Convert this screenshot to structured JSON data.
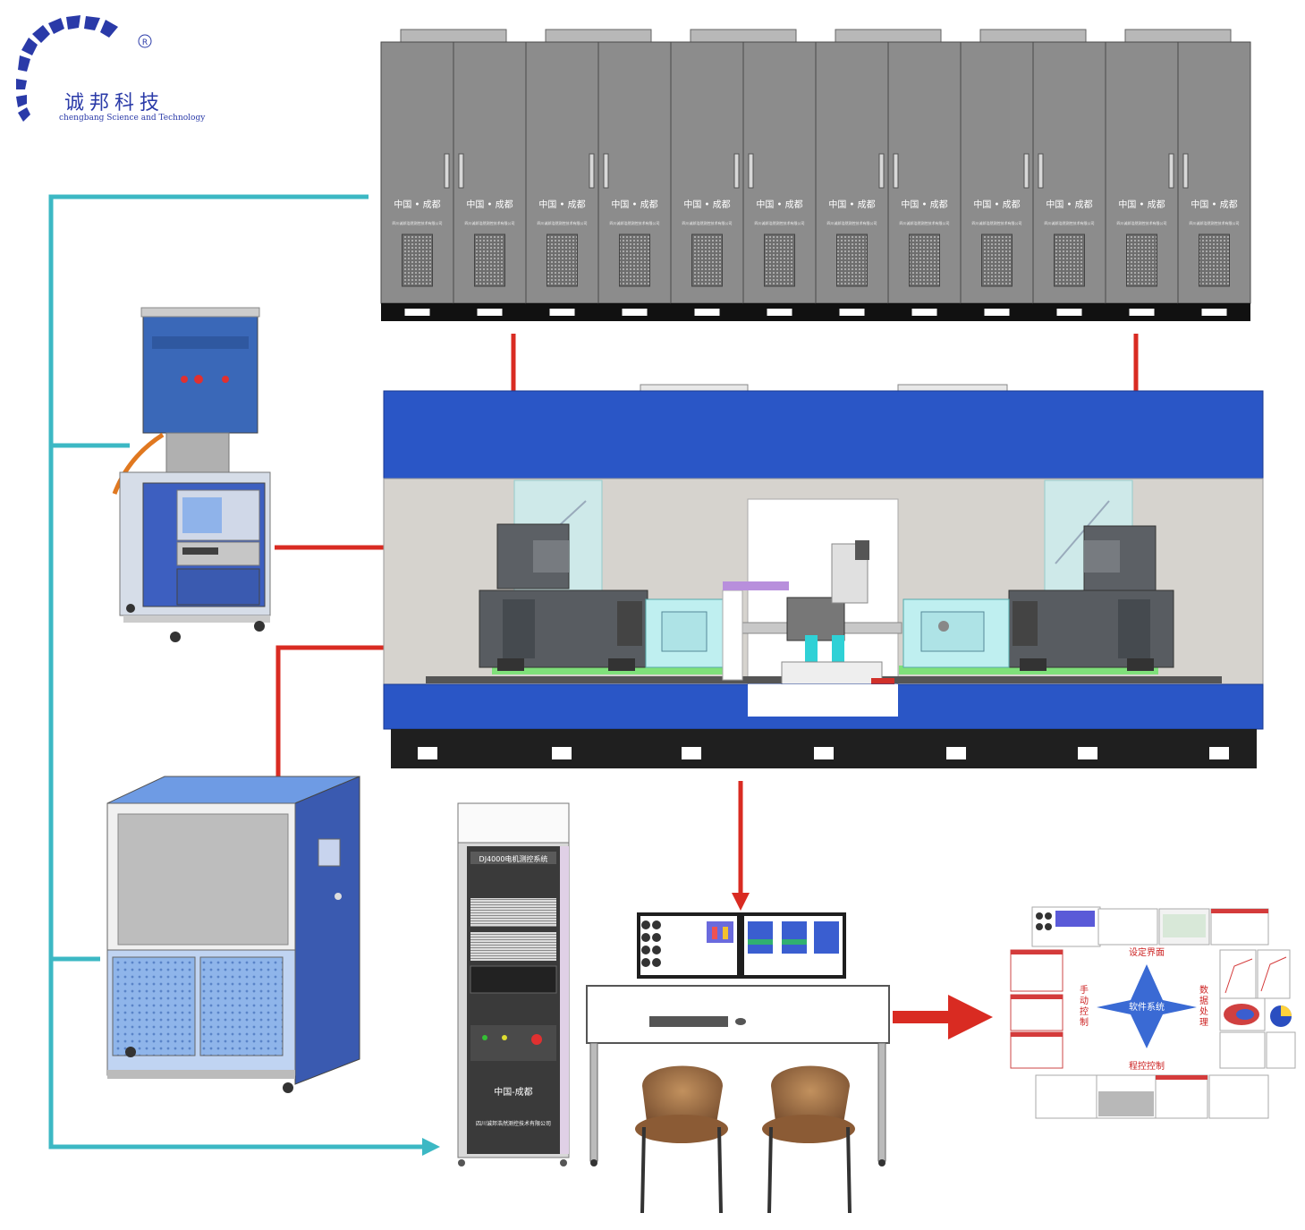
{
  "logo": {
    "name_cn": "诚邦科技",
    "name_en": "chengbang Science and Technology",
    "registered": "R"
  },
  "cabinets": {
    "label_cn": "中国 • 成都",
    "company": "四川诚邦浩然测控技术有限公司",
    "count": 12
  },
  "control_rack": {
    "title": "DJ4000电机测控系统",
    "label_cn": "中国-成都",
    "company": "四川诚邦浩然测控技术有限公司"
  },
  "software": {
    "center": "软件系统",
    "top": "设定界面",
    "bottom": "程控控制",
    "left": "手动控制",
    "right": "数据处理"
  },
  "colors": {
    "connector": "#3cb8c4",
    "arrow": "#d92b22",
    "bed_blue": "#2a56c6",
    "cabinet_gray": "#8c8c8c",
    "logo_blue": "#2a3aa8"
  }
}
